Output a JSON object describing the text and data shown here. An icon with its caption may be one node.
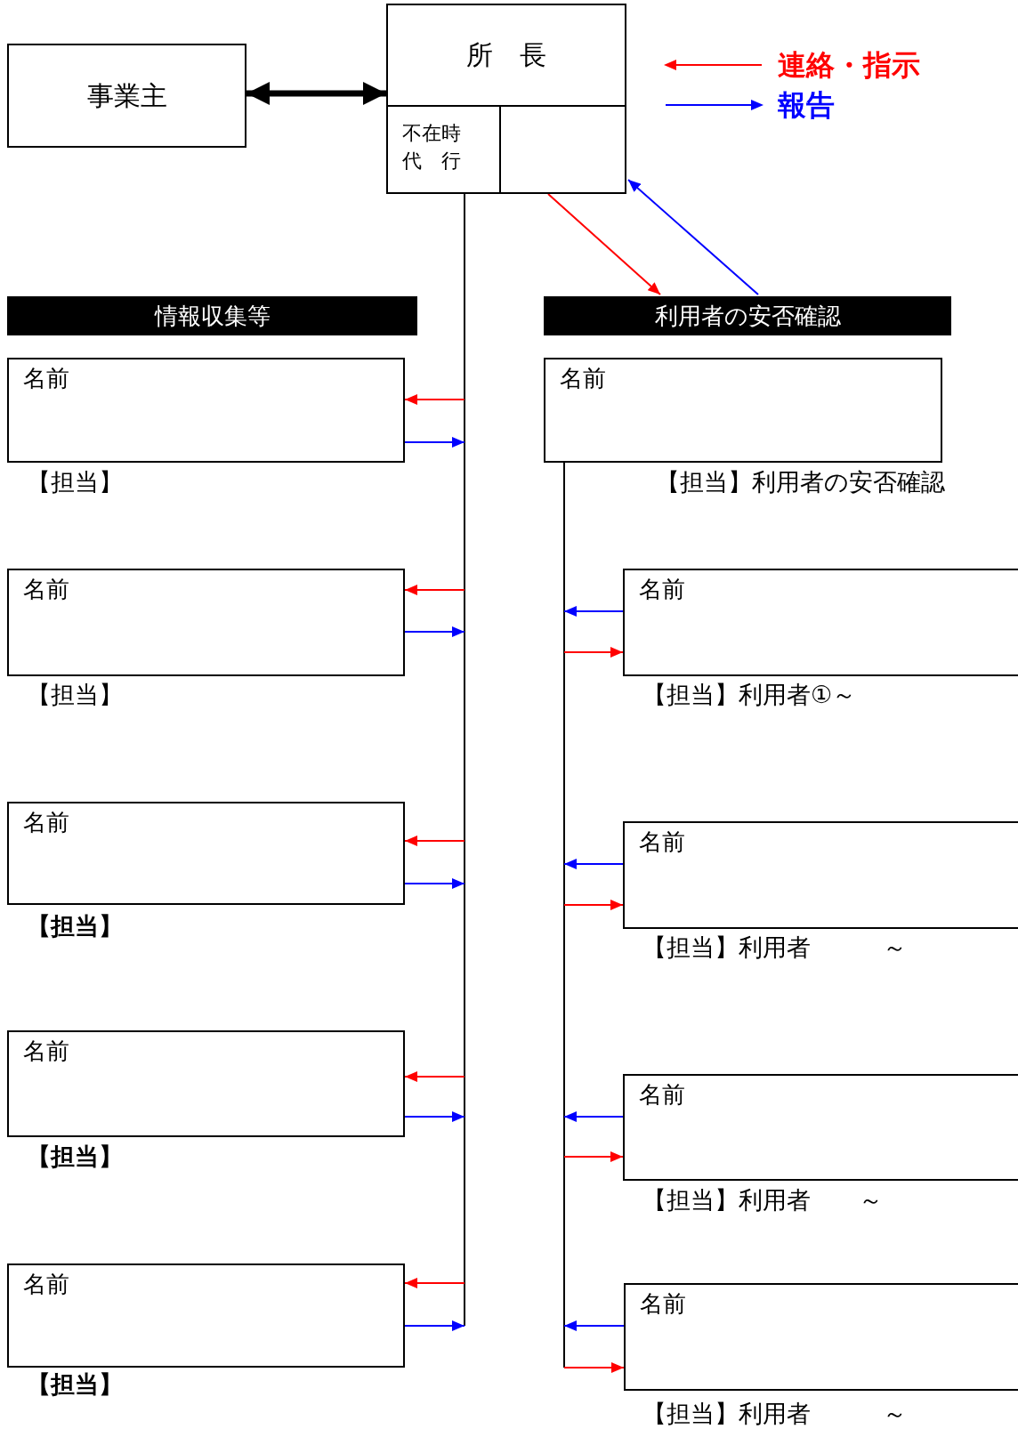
{
  "diagram": {
    "nodes": [
      {
        "text": [
          "事業主"
        ]
      },
      {
        "text": [
          "所　長"
        ]
      },
      {
        "text": [
          "不在時",
          "代　行"
        ],
        "in": 1
      },
      {
        "text": [],
        "shape": "box",
        "in": 1
      },
      {
        "text": [
          "情報収集等"
        ]
      },
      {
        "text": [
          "利用者の安否確認"
        ]
      },
      {
        "text": [
          "名前"
        ],
        "beside": [
          "【担当】"
        ]
      },
      {
        "text": [
          "名前"
        ],
        "beside": [
          "【担当】"
        ]
      },
      {
        "text": [
          "名前"
        ],
        "beside": [
          "【担当】"
        ]
      },
      {
        "text": [
          "名前"
        ],
        "beside": [
          "【担当】"
        ]
      },
      {
        "text": [
          "名前"
        ],
        "beside": [
          "【担当】"
        ]
      },
      {
        "text": [
          "名前"
        ],
        "beside": [
          "【担当】利用者の安否確認"
        ]
      },
      {
        "text": [
          "名前"
        ],
        "beside": [
          "【担当】利用者①～"
        ]
      },
      {
        "text": [
          "名前"
        ],
        "beside": [
          "【担当】利用者　　　～"
        ]
      },
      {
        "text": [
          "名前"
        ],
        "beside": [
          "【担当】利用者　　～"
        ]
      },
      {
        "text": [
          "名前"
        ],
        "beside": [
          "【担当】利用者　　　～"
        ]
      }
    ],
    "edges": [
      {
        "from": 0,
        "to": 1,
        "arrow": "both",
        "style": "thick",
        "color": "#000000"
      },
      {
        "from": 1,
        "to": 5,
        "arrow": "to",
        "color": "#ff0000"
      },
      {
        "from": 5,
        "to": 1,
        "arrow": "to",
        "color": "#0000ff"
      },
      {
        "from": 1,
        "to": null,
        "arrow": "none",
        "color": "#000000"
      },
      {
        "from": 11,
        "to": null,
        "arrow": "none",
        "color": "#000000"
      },
      {
        "from": null,
        "to": 6,
        "arrow": "to",
        "color": "#ff0000"
      },
      {
        "from": 6,
        "to": null,
        "arrow": "to",
        "color": "#0000ff"
      },
      {
        "from": null,
        "to": 7,
        "arrow": "to",
        "color": "#ff0000"
      },
      {
        "from": 7,
        "to": null,
        "arrow": "to",
        "color": "#0000ff"
      },
      {
        "from": null,
        "to": 8,
        "arrow": "to",
        "color": "#ff0000"
      },
      {
        "from": 8,
        "to": null,
        "arrow": "to",
        "color": "#0000ff"
      },
      {
        "from": null,
        "to": 9,
        "arrow": "to",
        "color": "#ff0000"
      },
      {
        "from": 9,
        "to": null,
        "arrow": "to",
        "color": "#0000ff"
      },
      {
        "from": null,
        "to": 10,
        "arrow": "to",
        "color": "#ff0000"
      },
      {
        "from": 10,
        "to": null,
        "arrow": "to",
        "color": "#0000ff"
      },
      {
        "from": 12,
        "to": null,
        "arrow": "to",
        "color": "#0000ff"
      },
      {
        "from": null,
        "to": 12,
        "arrow": "to",
        "color": "#ff0000"
      },
      {
        "from": 13,
        "to": null,
        "arrow": "to",
        "color": "#0000ff"
      },
      {
        "from": null,
        "to": 13,
        "arrow": "to",
        "color": "#ff0000"
      },
      {
        "from": 14,
        "to": null,
        "arrow": "to",
        "color": "#0000ff"
      },
      {
        "from": null,
        "to": 14,
        "arrow": "to",
        "color": "#ff0000"
      },
      {
        "from": 15,
        "to": null,
        "arrow": "to",
        "color": "#0000ff"
      },
      {
        "from": null,
        "to": 15,
        "arrow": "to",
        "color": "#ff0000"
      }
    ],
    "legend": [
      {
        "text": "連絡・指示"
      },
      {
        "text": "報告"
      }
    ]
  }
}
